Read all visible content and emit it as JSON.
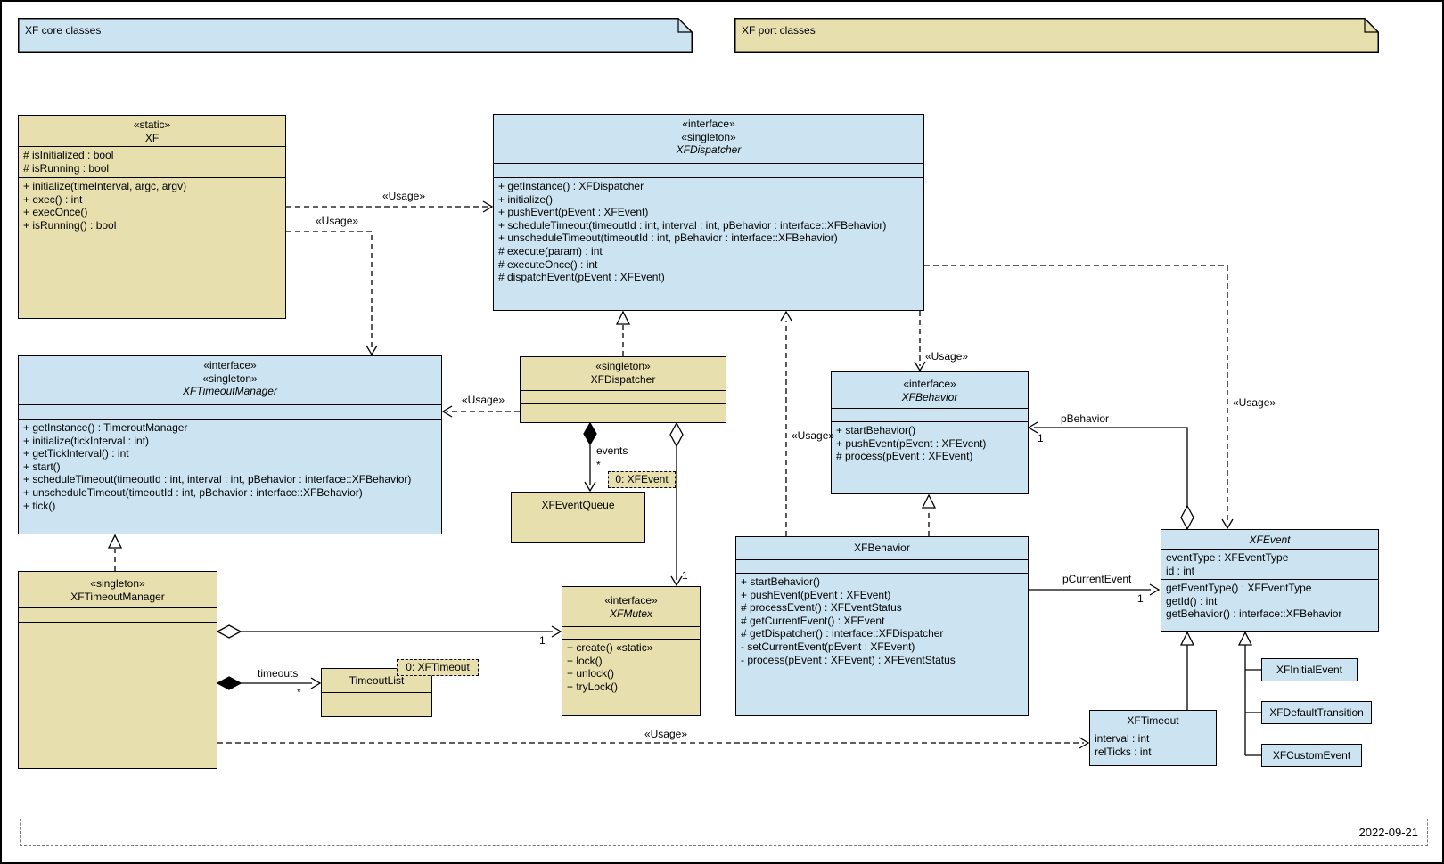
{
  "colors": {
    "class_blue": "#cce4f1",
    "class_tan": "#e7dfae"
  },
  "notes": {
    "core": "XF core classes",
    "port": "XF port classes",
    "event_obj": "0: XFEvent",
    "timeout_obj": "0: XFTimeout"
  },
  "footer": {
    "date": "2022-09-21"
  },
  "rel": {
    "usage": "«Usage»",
    "events": "events",
    "timeouts": "timeouts",
    "p_behavior": "pBehavior",
    "p_current_event": "pCurrentEvent",
    "many": "*",
    "one": "1"
  },
  "classes": {
    "xf": {
      "st": "«static»",
      "name": "XF",
      "attrs": [
        "# isInitialized : bool",
        "# isRunning : bool"
      ],
      "ops": [
        "+ initialize(timeInterval, argc, argv)",
        "+ exec() : int",
        "+ execOnce()",
        "+ isRunning() : bool"
      ]
    },
    "xf_dispatcher_if": {
      "st1": "«interface»",
      "st2": "«singleton»",
      "name": "XFDispatcher",
      "ops": [
        "+ getInstance() : XFDispatcher",
        "+ initialize()",
        "+ pushEvent(pEvent : XFEvent)",
        "+ scheduleTimeout(timeoutId : int, interval : int, pBehavior : interface::XFBehavior)",
        "+ unscheduleTimeout(timeoutId : int, pBehavior : interface::XFBehavior)",
        "# execute(param) : int",
        "# executeOnce() : int",
        "# dispatchEvent(pEvent : XFEvent)"
      ]
    },
    "xf_timeout_manager_if": {
      "st1": "«interface»",
      "st2": "«singleton»",
      "name": "XFTimeoutManager",
      "ops": [
        "+ getInstance() : TimeroutManager",
        "+ initialize(tickInterval : int)",
        "+ getTickInterval() : int",
        "+ start()",
        "+ scheduleTimeout(timeoutId : int, interval : int, pBehavior : interface::XFBehavior)",
        "+ unscheduleTimeout(timeoutId : int, pBehavior : interface::XFBehavior)",
        "+ tick()"
      ]
    },
    "xf_dispatcher": {
      "st": "«singleton»",
      "name": "XFDispatcher"
    },
    "xf_event_queue": {
      "name": "XFEventQueue"
    },
    "xf_behavior_if": {
      "st1": "«interface»",
      "name": "XFBehavior",
      "ops": [
        "+ startBehavior()",
        "+ pushEvent(pEvent : XFEvent)",
        "# process(pEvent : XFEvent)"
      ]
    },
    "xf_behavior": {
      "name": "XFBehavior",
      "ops": [
        "+ startBehavior()",
        "+ pushEvent(pEvent : XFEvent)",
        "# processEvent() : XFEventStatus",
        "# getCurrentEvent() : XFEvent",
        "# getDispatcher() : interface::XFDispatcher",
        "- setCurrentEvent(pEvent : XFEvent)",
        "- process(pEvent : XFEvent) : XFEventStatus"
      ]
    },
    "xf_event": {
      "name": "XFEvent",
      "attrs": [
        "eventType : XFEventType",
        "id : int"
      ],
      "ops": [
        "getEventType() : XFEventType",
        "getId() : int",
        "getBehavior() : interface::XFBehavior"
      ]
    },
    "xf_mutex": {
      "st1": "«interface»",
      "name": "XFMutex",
      "ops": [
        "+ create() «static»",
        "+ lock()",
        "+ unlock()",
        "+ tryLock()"
      ]
    },
    "xf_timeout_manager": {
      "st": "«singleton»",
      "name": "XFTimeoutManager"
    },
    "timeout_list": {
      "name": "TimeoutList"
    },
    "xf_timeout": {
      "name": "XFTimeout",
      "attrs": [
        "interval : int",
        "relTicks : int"
      ]
    },
    "xf_initial_event": {
      "name": "XFInitialEvent"
    },
    "xf_default_transition": {
      "name": "XFDefaultTransition"
    },
    "xf_custom_event": {
      "name": "XFCustomEvent"
    }
  }
}
